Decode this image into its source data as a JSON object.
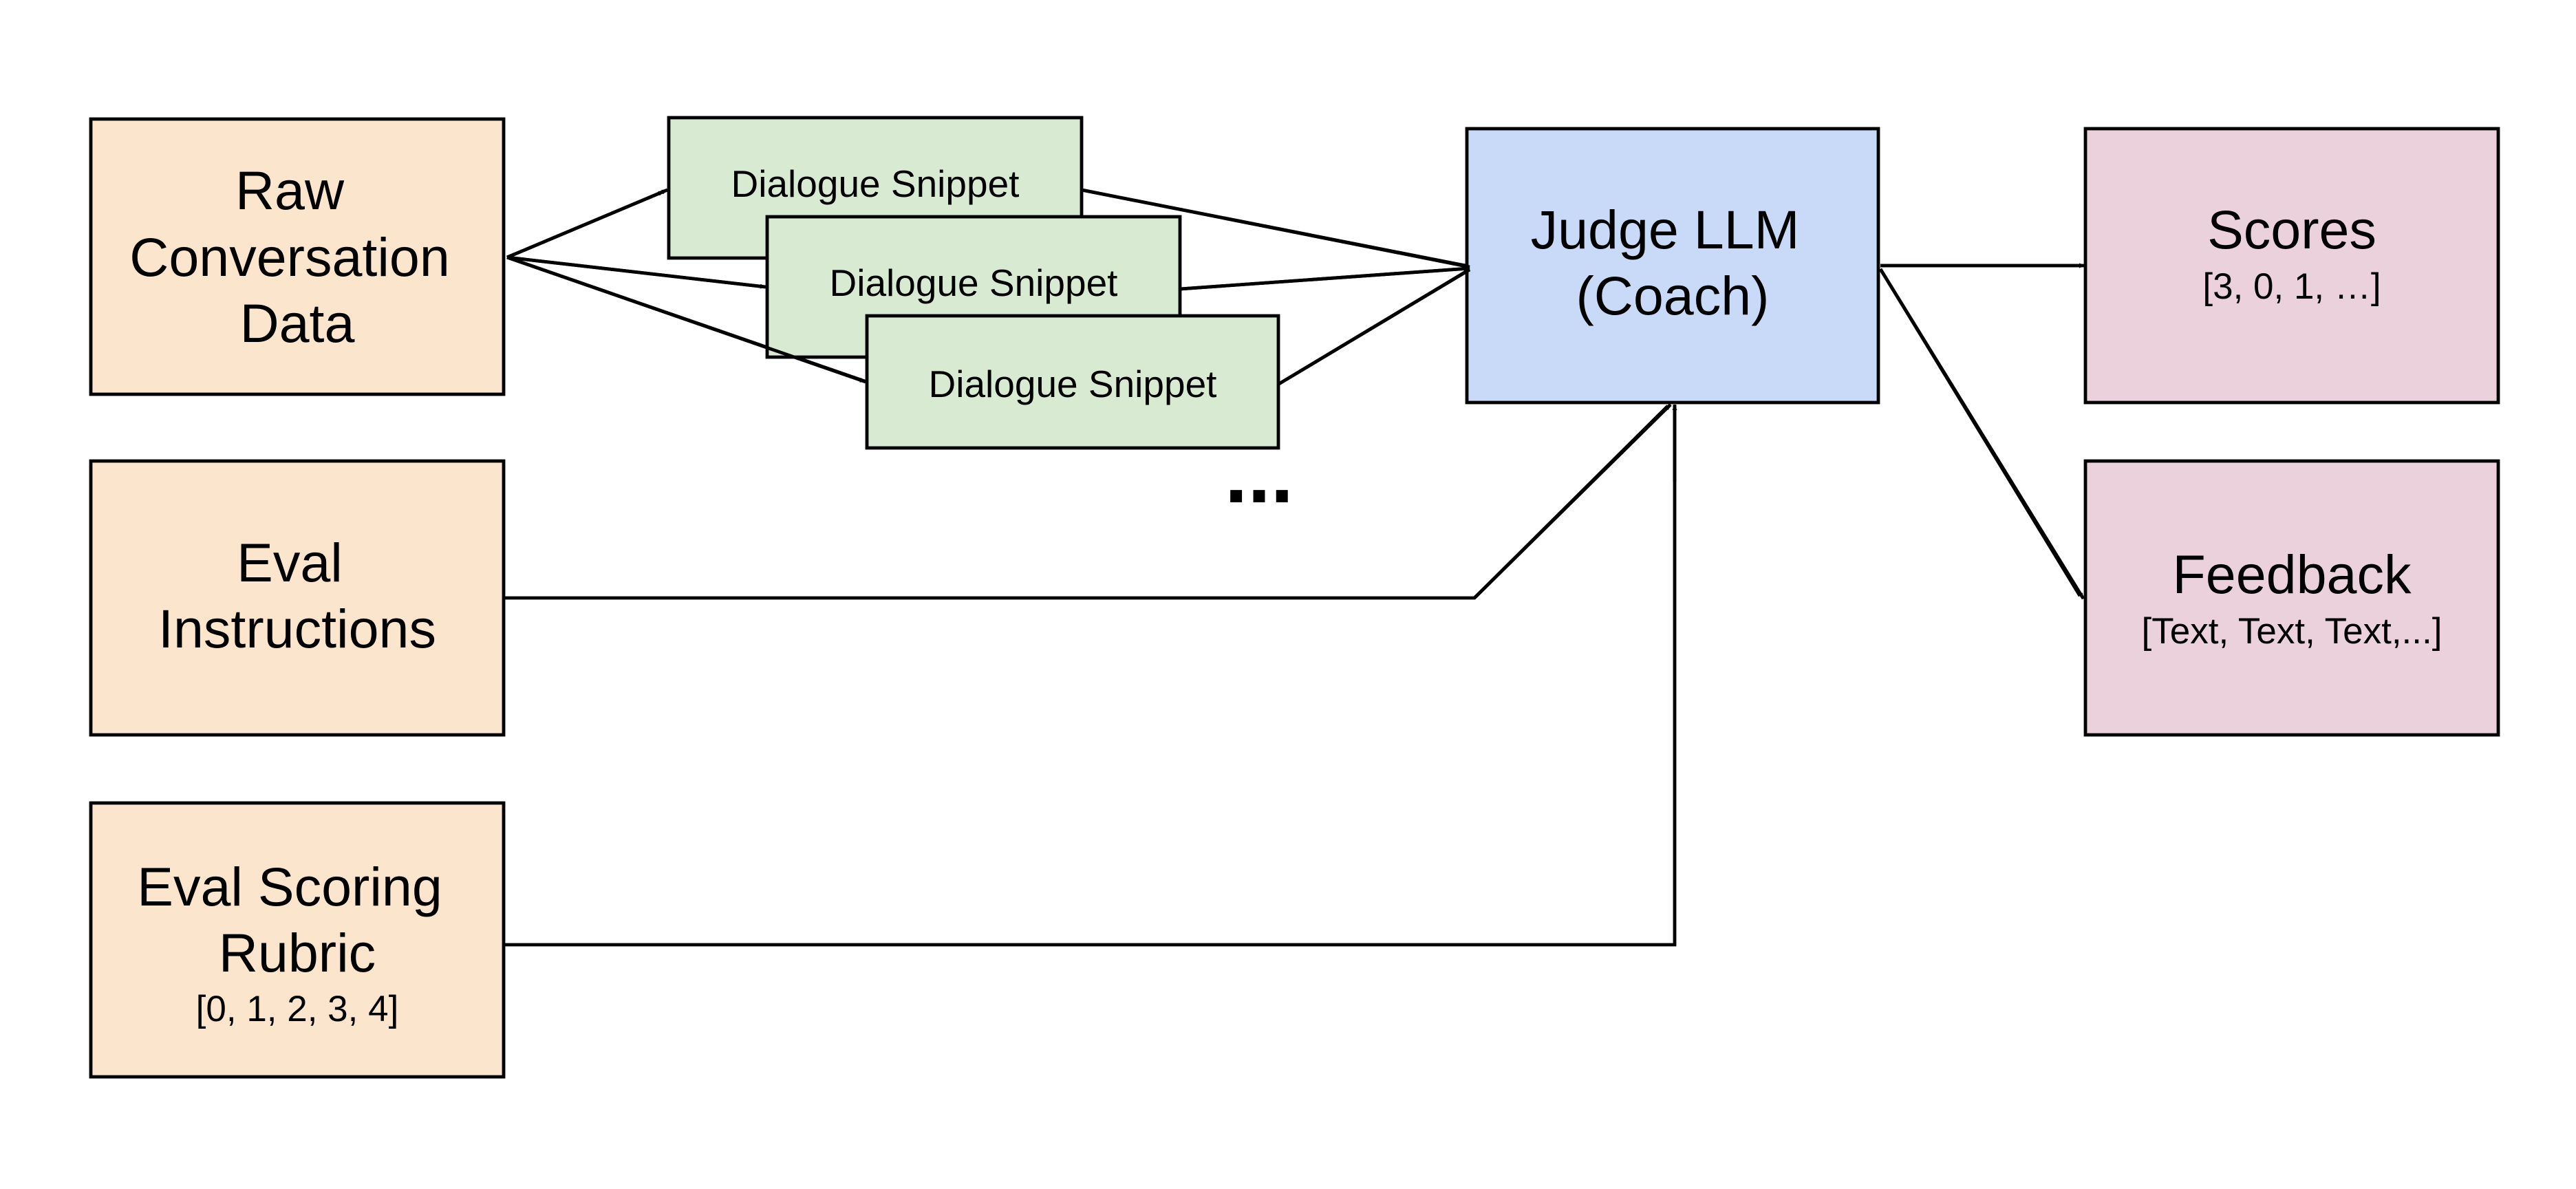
{
  "colors": {
    "input_fill": "#fce5cd",
    "snippet_fill": "#d9ead3",
    "judge_fill": "#c9daf8",
    "output_fill": "#ead1dc",
    "stroke": "#000000"
  },
  "inputs": {
    "raw_data": {
      "lines": [
        "Raw",
        "Conversation",
        "Data"
      ]
    },
    "eval_instructions": {
      "lines": [
        "Eval",
        "Instructions"
      ]
    },
    "eval_rubric": {
      "lines": [
        "Eval Scoring",
        "Rubric"
      ],
      "detail": "[0, 1, 2, 3, 4]"
    }
  },
  "snippets": {
    "label": "Dialogue Snippet",
    "items": [
      "Dialogue Snippet",
      "Dialogue Snippet",
      "Dialogue Snippet"
    ],
    "more_marker": "..."
  },
  "judge": {
    "lines": [
      "Judge LLM",
      "(Coach)"
    ]
  },
  "outputs": {
    "scores": {
      "title": "Scores",
      "detail": "[3, 0, 1, …]"
    },
    "feedback": {
      "title": "Feedback",
      "detail": "[Text, Text, Text,...]"
    }
  }
}
